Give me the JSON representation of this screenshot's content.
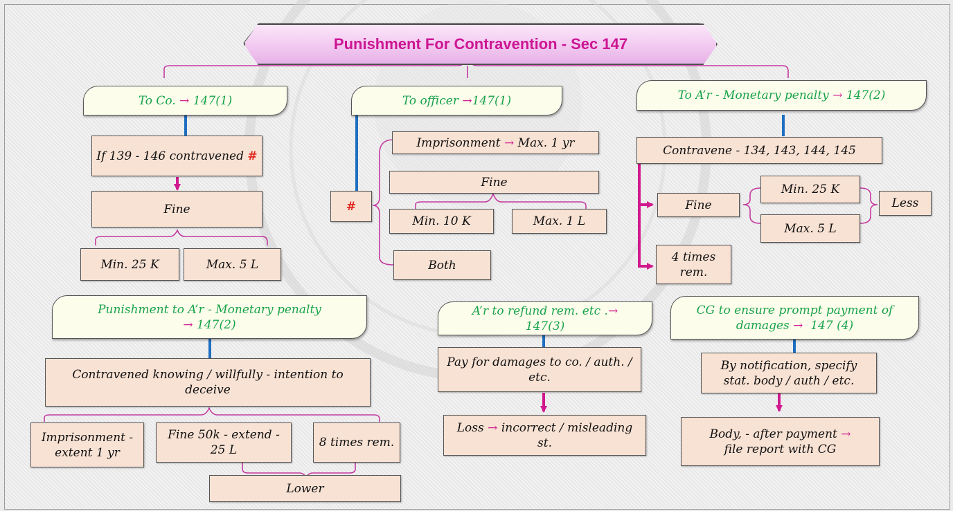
{
  "title": "Punishment For Contravention  - Sec 147",
  "colors": {
    "pink": "#d1198e",
    "blue": "#1f6fc0",
    "header_text": "#18a34a",
    "box_fill": "#f8e2d4",
    "hash": "#e0271f"
  },
  "co": {
    "header": "To Co.",
    "header_ref": "147(1)",
    "if_text": "If 139 - 146 contravened",
    "hash": "#",
    "fine": "Fine",
    "min": "Min. 25 K",
    "max": "Max. 5 L"
  },
  "officer": {
    "header": "To officer",
    "header_ref": "147(1)",
    "hash": "#",
    "imprisonment": "Imprisonment",
    "imprisonment_max": "Max. 1 yr",
    "fine": "Fine",
    "min": "Min. 10 K",
    "max": "Max. 1 L",
    "both": "Both"
  },
  "ar_monetary": {
    "header": "To A’r - Monetary penalty",
    "header_ref": "147(2)",
    "contravene": "Contravene - 134, 143, 144, 145",
    "fine": "Fine",
    "min": "Min. 25 K",
    "max": "Max. 5 L",
    "less": "Less",
    "times": "4 times rem."
  },
  "ar_punishment": {
    "header": "Punishment to A’r - Monetary penalty",
    "header_ref": "147(2)",
    "contravened": "Contravened knowing / willfully - intention to deceive",
    "imprisonment": "Imprisonment - extent 1 yr",
    "fine": "Fine 50k - extend - 25 L",
    "times": "8 times rem.",
    "lower": "Lower"
  },
  "ar_refund": {
    "header": "A’r to refund rem. etc .",
    "header_ref": "147(3)",
    "pay": "Pay for damages to co. / auth. / etc.",
    "loss": "Loss",
    "loss_rest": "incorrect / misleading st."
  },
  "cg": {
    "header": "CG to ensure prompt payment of damages",
    "header_ref": "147 (4)",
    "notification": "By notification, specify stat. body / auth / etc.",
    "body": "Body, - after payment",
    "body_rest": "file report with CG"
  }
}
